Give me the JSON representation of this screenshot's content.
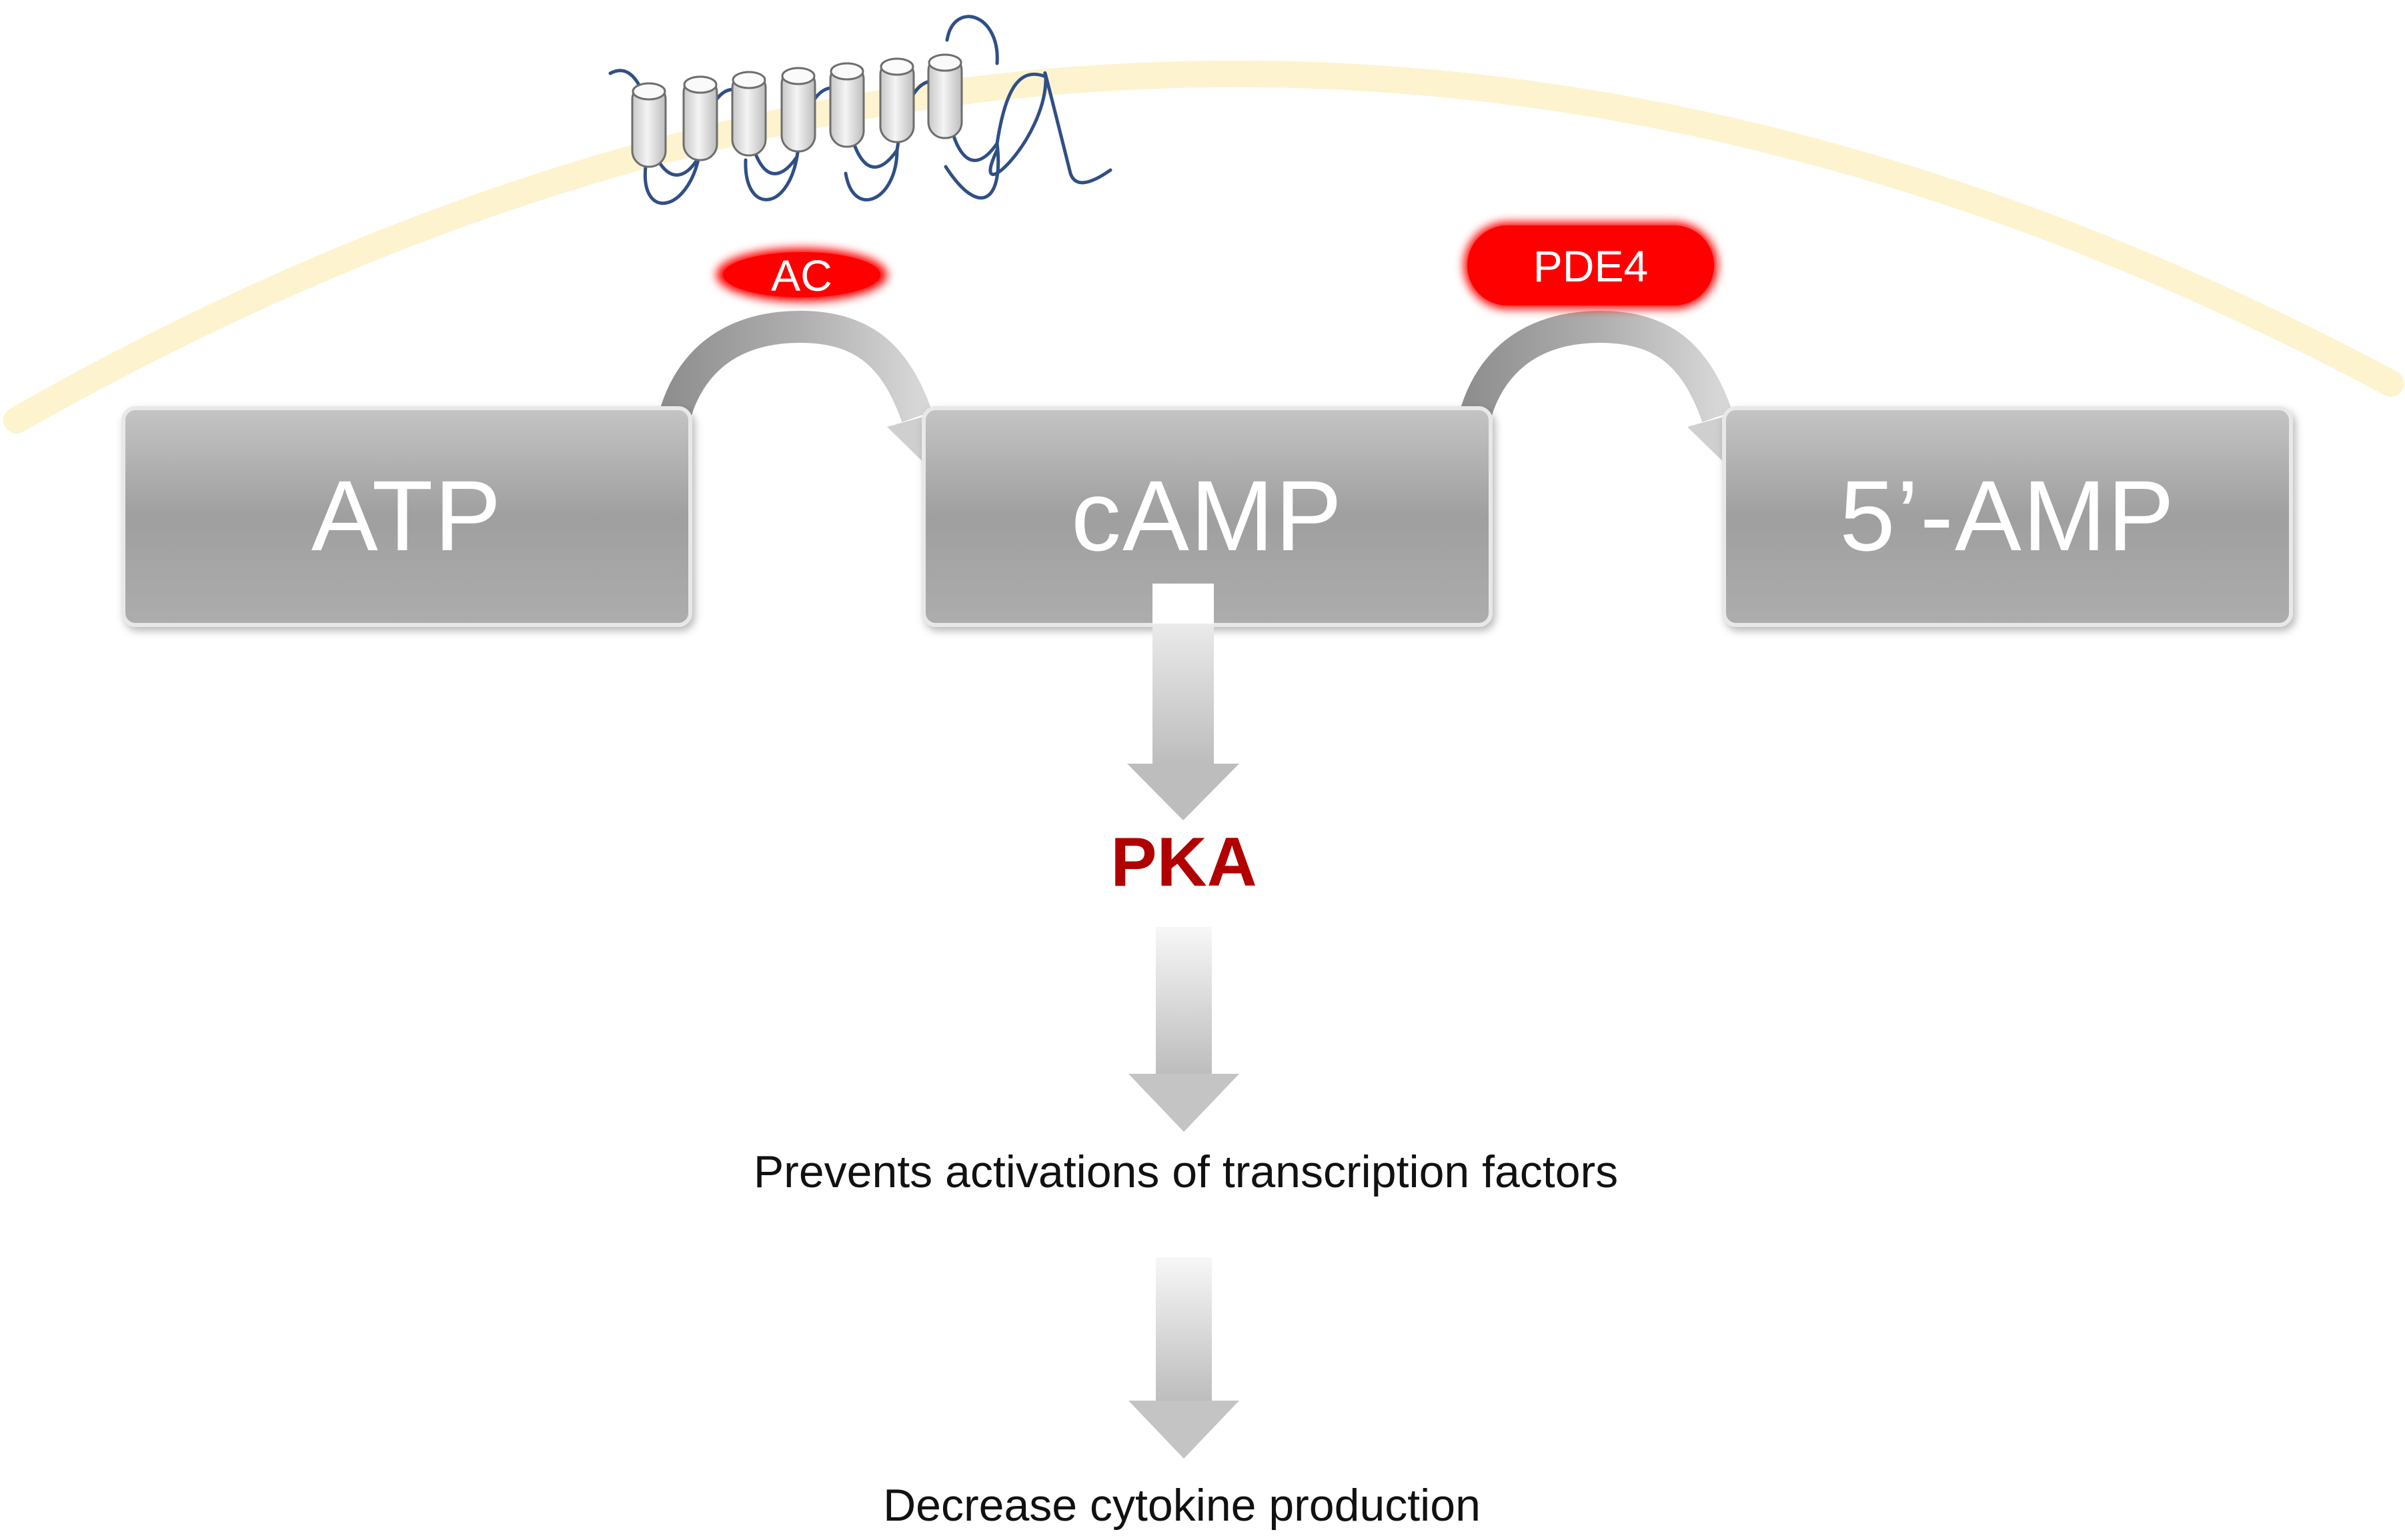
{
  "substrates": {
    "atp": "ATP",
    "camp": "cAMP",
    "amp": "5’-AMP"
  },
  "enzymes": {
    "ac": "AC",
    "pde4": "PDE4"
  },
  "effector": "PKA",
  "steps": {
    "transcription": "Prevents activations of transcription factors",
    "cytokine": "Decrease cytokine production"
  },
  "colors": {
    "membrane": "#fdf3cf",
    "box": "#a6a6a6",
    "enzyme": "#ff0000",
    "pka": "#b00000",
    "receptor_line": "#2f4f85"
  },
  "icons": {
    "receptor": "seven-transmembrane-receptor-icon"
  }
}
